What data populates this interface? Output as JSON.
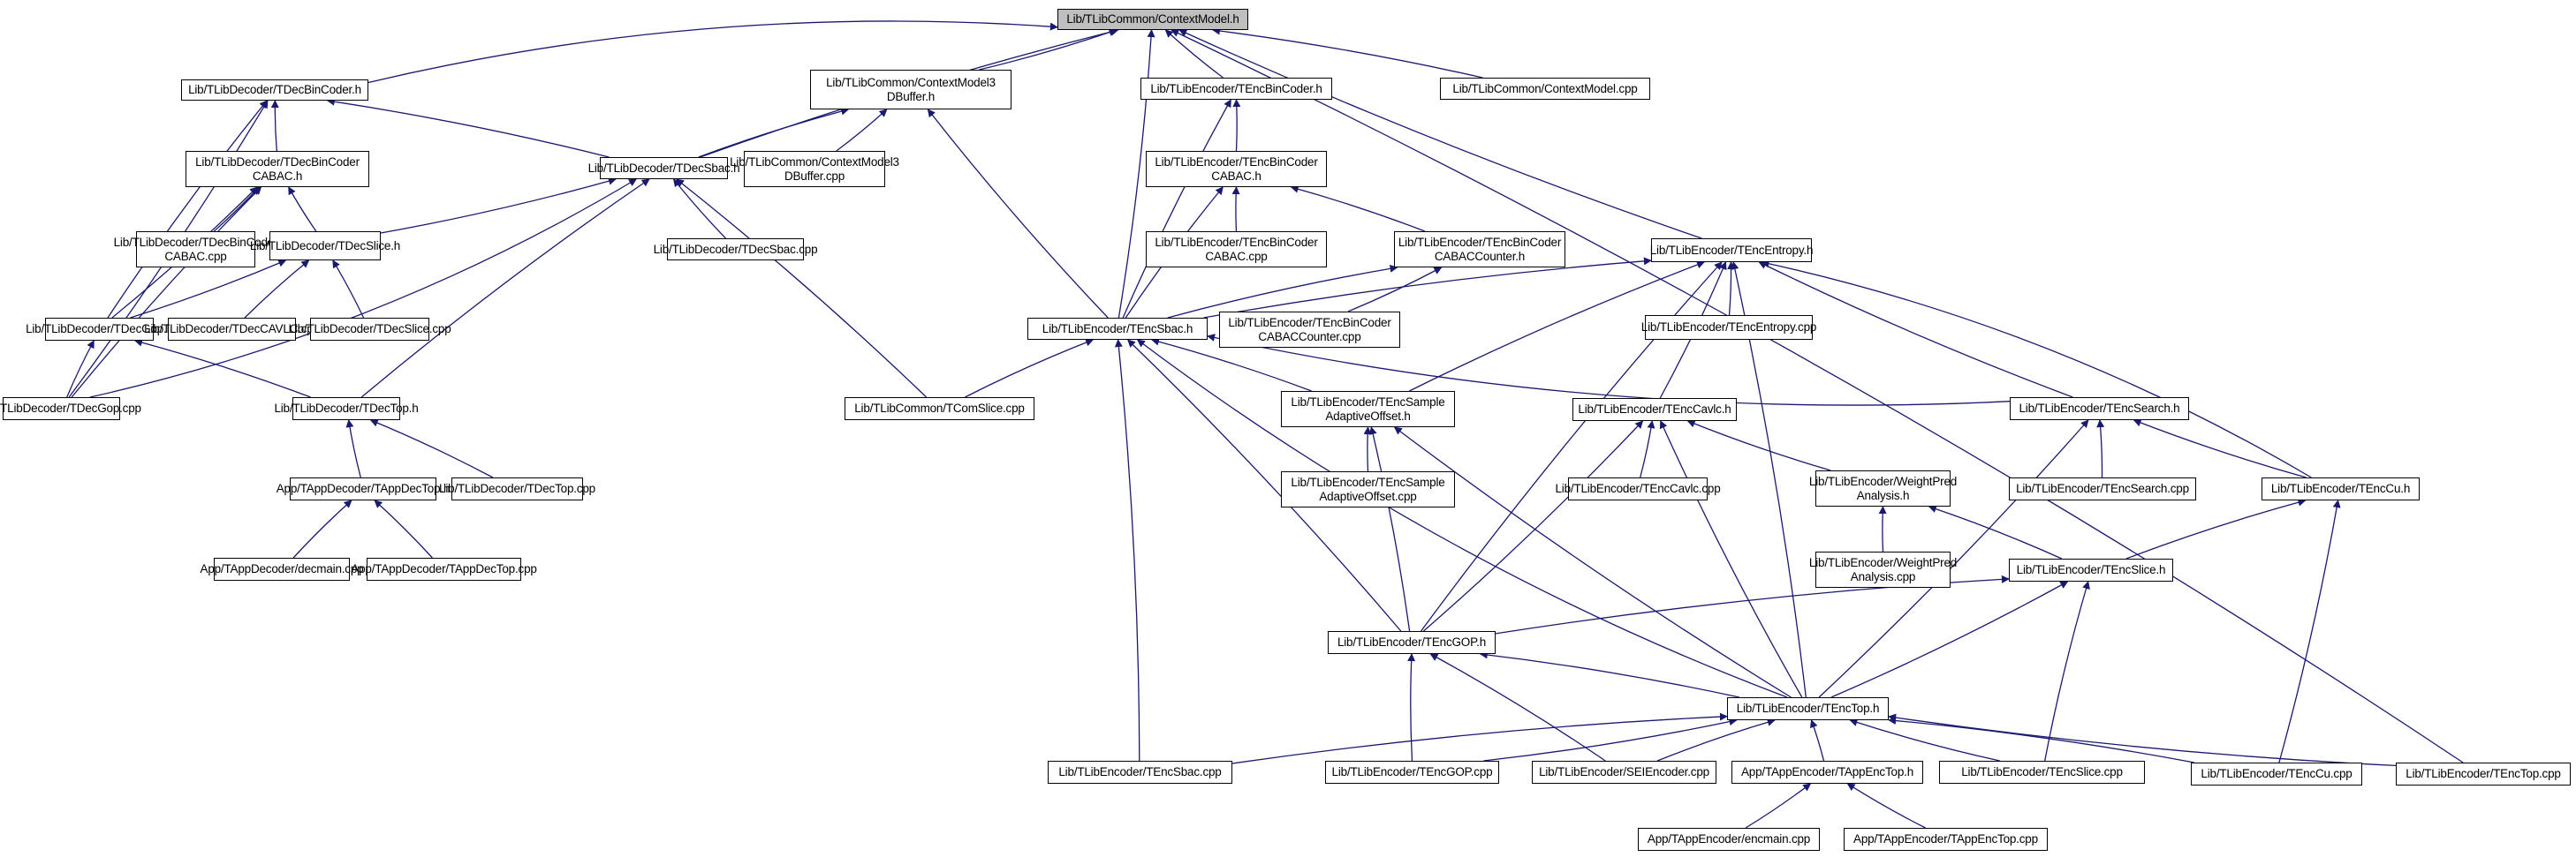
{
  "title": "Include dependency graph — files that include Lib/TLibCommon/ContextModel.h",
  "colors": {
    "edge": "#191970",
    "node_border": "#000000",
    "root_fill": "#bfbfbf",
    "node_fill": "#ffffff"
  },
  "nodes": [
    {
      "id": "root",
      "label": "Lib/TLibCommon/ContextModel.h",
      "root": true
    },
    {
      "id": "tdecbincoder_h",
      "label": "Lib/TLibDecoder/TDecBinCoder.h"
    },
    {
      "id": "cm3db_h",
      "label": "Lib/TLibCommon/ContextModel3\nDBuffer.h"
    },
    {
      "id": "tencbincoder_h",
      "label": "Lib/TLibEncoder/TEncBinCoder.h"
    },
    {
      "id": "cm_cpp",
      "label": "Lib/TLibCommon/ContextModel.cpp"
    },
    {
      "id": "tdecbincabac_h",
      "label": "Lib/TLibDecoder/TDecBinCoder\nCABAC.h"
    },
    {
      "id": "tdecsbac_h",
      "label": "Lib/TLibDecoder/TDecSbac.h"
    },
    {
      "id": "cm3db_cpp",
      "label": "Lib/TLibCommon/ContextModel3\nDBuffer.cpp"
    },
    {
      "id": "tencbincabac_h",
      "label": "Lib/TLibEncoder/TEncBinCoder\nCABAC.h"
    },
    {
      "id": "tdecbincabac_cpp",
      "label": "Lib/TLibDecoder/TDecBinCoder\nCABAC.cpp"
    },
    {
      "id": "tdecslice_h",
      "label": "Lib/TLibDecoder/TDecSlice.h"
    },
    {
      "id": "tdecsbac_cpp",
      "label": "Lib/TLibDecoder/TDecSbac.cpp"
    },
    {
      "id": "tencbincabac_cpp",
      "label": "Lib/TLibEncoder/TEncBinCoder\nCABAC.cpp"
    },
    {
      "id": "tencbincabaccnt_h",
      "label": "Lib/TLibEncoder/TEncBinCoder\nCABACCounter.h"
    },
    {
      "id": "tencentropy_h",
      "label": "Lib/TLibEncoder/TEncEntropy.h"
    },
    {
      "id": "tdecgop_h",
      "label": "Lib/TLibDecoder/TDecGop.h"
    },
    {
      "id": "tdeccavlc_cpp",
      "label": "Lib/TLibDecoder/TDecCAVLC.cpp"
    },
    {
      "id": "tdecslice_cpp",
      "label": "Lib/TLibDecoder/TDecSlice.cpp"
    },
    {
      "id": "tencsbac_h",
      "label": "Lib/TLibEncoder/TEncSbac.h"
    },
    {
      "id": "tencbincabaccnt_cpp",
      "label": "Lib/TLibEncoder/TEncBinCoder\nCABACCounter.cpp"
    },
    {
      "id": "tencentropy_cpp",
      "label": "Lib/TLibEncoder/TEncEntropy.cpp"
    },
    {
      "id": "tdecgop_cpp",
      "label": "Lib/TLibDecoder/TDecGop.cpp"
    },
    {
      "id": "tdectop_h",
      "label": "Lib/TLibDecoder/TDecTop.h"
    },
    {
      "id": "tcomslice_cpp",
      "label": "Lib/TLibCommon/TComSlice.cpp"
    },
    {
      "id": "tencsao_h",
      "label": "Lib/TLibEncoder/TEncSample\nAdaptiveOffset.h"
    },
    {
      "id": "tenccavlc_h",
      "label": "Lib/TLibEncoder/TEncCavlc.h"
    },
    {
      "id": "tencsearch_h",
      "label": "Lib/TLibEncoder/TEncSearch.h"
    },
    {
      "id": "tappdectop_h",
      "label": "App/TAppDecoder/TAppDecTop.h"
    },
    {
      "id": "tdectop_cpp",
      "label": "Lib/TLibDecoder/TDecTop.cpp"
    },
    {
      "id": "tencsao_cpp",
      "label": "Lib/TLibEncoder/TEncSample\nAdaptiveOffset.cpp"
    },
    {
      "id": "tenccavlc_cpp",
      "label": "Lib/TLibEncoder/TEncCavlc.cpp"
    },
    {
      "id": "wpa_h",
      "label": "Lib/TLibEncoder/WeightPred\nAnalysis.h"
    },
    {
      "id": "tencsearch_cpp",
      "label": "Lib/TLibEncoder/TEncSearch.cpp"
    },
    {
      "id": "tenccu_h",
      "label": "Lib/TLibEncoder/TEncCu.h"
    },
    {
      "id": "decmain_cpp",
      "label": "App/TAppDecoder/decmain.cpp"
    },
    {
      "id": "tappdectop_cpp",
      "label": "App/TAppDecoder/TAppDecTop.cpp"
    },
    {
      "id": "wpa_cpp",
      "label": "Lib/TLibEncoder/WeightPred\nAnalysis.cpp"
    },
    {
      "id": "tencslice_h",
      "label": "Lib/TLibEncoder/TEncSlice.h"
    },
    {
      "id": "tencgop_h",
      "label": "Lib/TLibEncoder/TEncGOP.h"
    },
    {
      "id": "tenctop_h",
      "label": "Lib/TLibEncoder/TEncTop.h"
    },
    {
      "id": "tencsbac_cpp",
      "label": "Lib/TLibEncoder/TEncSbac.cpp"
    },
    {
      "id": "tencgop_cpp",
      "label": "Lib/TLibEncoder/TEncGOP.cpp"
    },
    {
      "id": "seiencoder_cpp",
      "label": "Lib/TLibEncoder/SEIEncoder.cpp"
    },
    {
      "id": "tappenctop_h",
      "label": "App/TAppEncoder/TAppEncTop.h"
    },
    {
      "id": "tencslice_cpp",
      "label": "Lib/TLibEncoder/TEncSlice.cpp"
    },
    {
      "id": "tenccu_cpp",
      "label": "Lib/TLibEncoder/TEncCu.cpp"
    },
    {
      "id": "tenctop_cpp",
      "label": "Lib/TLibEncoder/TEncTop.cpp"
    },
    {
      "id": "encmain_cpp",
      "label": "App/TAppEncoder/encmain.cpp"
    },
    {
      "id": "tappenctop_cpp",
      "label": "App/TAppEncoder/TAppEncTop.cpp"
    }
  ],
  "edges": [
    [
      "tdecbincoder_h",
      "root"
    ],
    [
      "cm3db_h",
      "root"
    ],
    [
      "tencbincoder_h",
      "root"
    ],
    [
      "cm_cpp",
      "root"
    ],
    [
      "tdecsbac_h",
      "root"
    ],
    [
      "tencsbac_h",
      "root"
    ],
    [
      "tencentropy_h",
      "root"
    ],
    [
      "tenctop_cpp",
      "root"
    ],
    [
      "tdecbincabac_h",
      "tdecbincoder_h"
    ],
    [
      "tdecsbac_h",
      "tdecbincoder_h"
    ],
    [
      "tdecgop_h",
      "tdecbincoder_h"
    ],
    [
      "tdecgop_cpp",
      "tdecbincoder_h"
    ],
    [
      "tdecsbac_h",
      "cm3db_h"
    ],
    [
      "cm3db_cpp",
      "cm3db_h"
    ],
    [
      "tencsbac_h",
      "cm3db_h"
    ],
    [
      "tencbincabac_h",
      "tencbincoder_h"
    ],
    [
      "tencsbac_h",
      "tencbincoder_h"
    ],
    [
      "tdecbincabac_cpp",
      "tdecbincabac_h"
    ],
    [
      "tdecslice_h",
      "tdecbincabac_h"
    ],
    [
      "tdecgop_h",
      "tdecbincabac_h"
    ],
    [
      "tdecgop_cpp",
      "tdecbincabac_h"
    ],
    [
      "tdecslice_h",
      "tdecsbac_h"
    ],
    [
      "tdecsbac_cpp",
      "tdecsbac_h"
    ],
    [
      "tdecgop_cpp",
      "tdecsbac_h"
    ],
    [
      "tdectop_h",
      "tdecsbac_h"
    ],
    [
      "tcomslice_cpp",
      "tdecsbac_h"
    ],
    [
      "tencbincabac_cpp",
      "tencbincabac_h"
    ],
    [
      "tencbincabaccnt_h",
      "tencbincabac_h"
    ],
    [
      "tencsbac_h",
      "tencbincabac_h"
    ],
    [
      "tencbincabaccnt_cpp",
      "tencbincabaccnt_h"
    ],
    [
      "tencsbac_h",
      "tencbincabaccnt_h"
    ],
    [
      "tdecgop_h",
      "tdecslice_h"
    ],
    [
      "tdeccavlc_cpp",
      "tdecslice_h"
    ],
    [
      "tdecslice_cpp",
      "tdecslice_h"
    ],
    [
      "tencsbac_h",
      "tencentropy_h"
    ],
    [
      "tencentropy_cpp",
      "tencentropy_h"
    ],
    [
      "tencsao_h",
      "tencentropy_h"
    ],
    [
      "tenccavlc_h",
      "tencentropy_h"
    ],
    [
      "tencsearch_h",
      "tencentropy_h"
    ],
    [
      "tenccu_h",
      "tencentropy_h"
    ],
    [
      "tencgop_h",
      "tencentropy_h"
    ],
    [
      "tenctop_h",
      "tencentropy_h"
    ],
    [
      "tdecgop_cpp",
      "tdecgop_h"
    ],
    [
      "tdectop_h",
      "tdecgop_h"
    ],
    [
      "tcomslice_cpp",
      "tencsbac_h"
    ],
    [
      "tencsao_h",
      "tencsbac_h"
    ],
    [
      "tencsearch_h",
      "tencsbac_h"
    ],
    [
      "tencgop_h",
      "tencsbac_h"
    ],
    [
      "tenctop_h",
      "tencsbac_h"
    ],
    [
      "tencsbac_cpp",
      "tencsbac_h"
    ],
    [
      "tappdectop_h",
      "tdectop_h"
    ],
    [
      "tdectop_cpp",
      "tdectop_h"
    ],
    [
      "tencsao_cpp",
      "tencsao_h"
    ],
    [
      "tencgop_h",
      "tencsao_h"
    ],
    [
      "tenctop_h",
      "tencsao_h"
    ],
    [
      "tenccavlc_cpp",
      "tenccavlc_h"
    ],
    [
      "wpa_h",
      "tenccavlc_h"
    ],
    [
      "tencgop_h",
      "tenccavlc_h"
    ],
    [
      "tenctop_h",
      "tenccavlc_h"
    ],
    [
      "tencsearch_cpp",
      "tencsearch_h"
    ],
    [
      "tenccu_h",
      "tencsearch_h"
    ],
    [
      "tenctop_h",
      "tencsearch_h"
    ],
    [
      "decmain_cpp",
      "tappdectop_h"
    ],
    [
      "tappdectop_cpp",
      "tappdectop_h"
    ],
    [
      "wpa_cpp",
      "wpa_h"
    ],
    [
      "tencslice_h",
      "wpa_h"
    ],
    [
      "tencslice_h",
      "tenccu_h"
    ],
    [
      "tenccu_cpp",
      "tenccu_h"
    ],
    [
      "tencgop_h",
      "tencslice_h"
    ],
    [
      "tenctop_h",
      "tencslice_h"
    ],
    [
      "tencslice_cpp",
      "tencslice_h"
    ],
    [
      "tenctop_h",
      "tencgop_h"
    ],
    [
      "tencgop_cpp",
      "tencgop_h"
    ],
    [
      "seiencoder_cpp",
      "tencgop_h"
    ],
    [
      "tencsbac_cpp",
      "tenctop_h"
    ],
    [
      "tencgop_cpp",
      "tenctop_h"
    ],
    [
      "seiencoder_cpp",
      "tenctop_h"
    ],
    [
      "tappenctop_h",
      "tenctop_h"
    ],
    [
      "tencslice_cpp",
      "tenctop_h"
    ],
    [
      "tenccu_cpp",
      "tenctop_h"
    ],
    [
      "tenctop_cpp",
      "tenctop_h"
    ],
    [
      "encmain_cpp",
      "tappenctop_h"
    ],
    [
      "tappenctop_cpp",
      "tappenctop_h"
    ]
  ]
}
